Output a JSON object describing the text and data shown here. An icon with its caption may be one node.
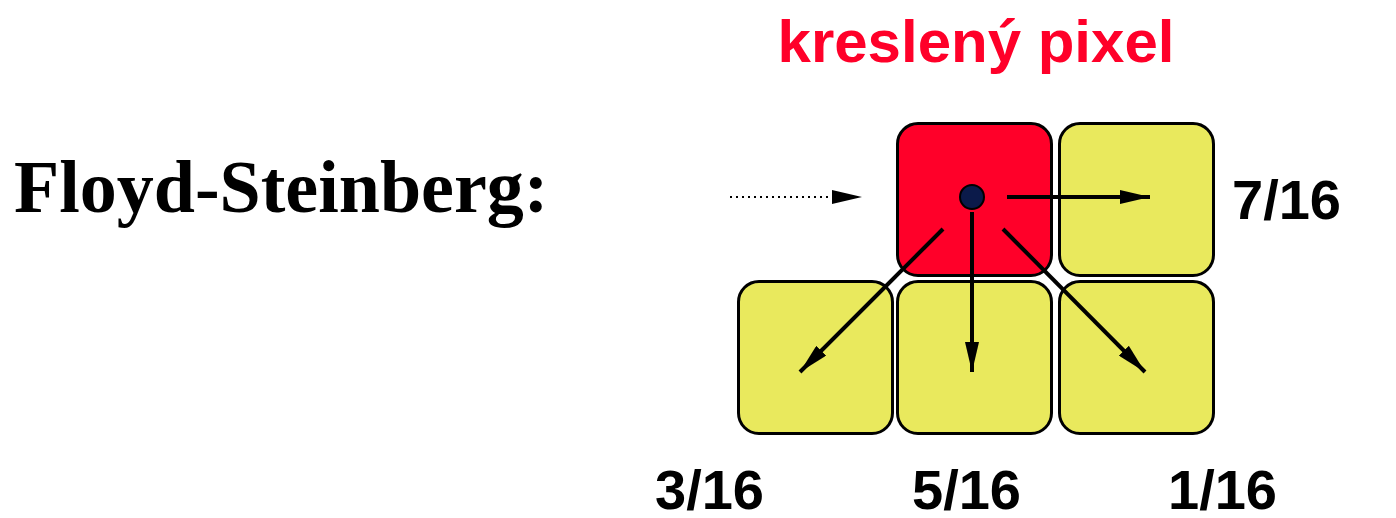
{
  "diagram": {
    "nodes": [
      {
        "text": [
          "kreslený pixel"
        ]
      },
      {
        "text": [],
        "shape": "box",
        "beside": [
          "7/16"
        ]
      },
      {
        "text": [],
        "shape": "box",
        "beside": [
          "3/16"
        ]
      },
      {
        "text": [],
        "shape": "box",
        "beside": [
          "5/16"
        ]
      },
      {
        "text": [],
        "shape": "box",
        "beside": [
          "1/16"
        ]
      }
    ],
    "edges": [
      {
        "from": null,
        "to": 0,
        "arrow": "to",
        "style": "dashed"
      },
      {
        "from": 0,
        "to": 1,
        "arrow": "to"
      },
      {
        "from": 0,
        "to": 2,
        "arrow": "to"
      },
      {
        "from": 0,
        "to": 3,
        "arrow": "to"
      },
      {
        "from": 0,
        "to": 4,
        "arrow": "to"
      }
    ],
    "labels": [
      "Floyd-Steinberg:"
    ]
  }
}
